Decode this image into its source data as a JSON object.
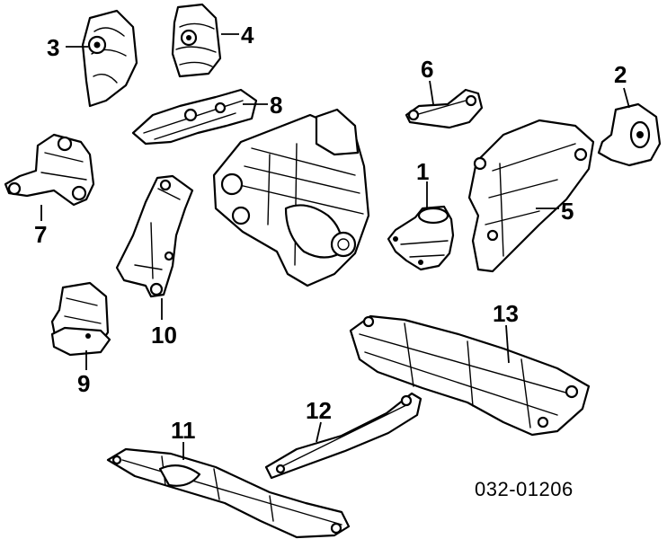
{
  "callouts": {
    "c1": "1",
    "c2": "2",
    "c3": "3",
    "c4": "4",
    "c5": "5",
    "c6": "6",
    "c7": "7",
    "c8": "8",
    "c9": "9",
    "c10": "10",
    "c11": "11",
    "c12": "12",
    "c13": "13"
  },
  "diagram_code": "032-01206",
  "colors": {
    "ink": "#000000",
    "paper": "#ffffff"
  }
}
